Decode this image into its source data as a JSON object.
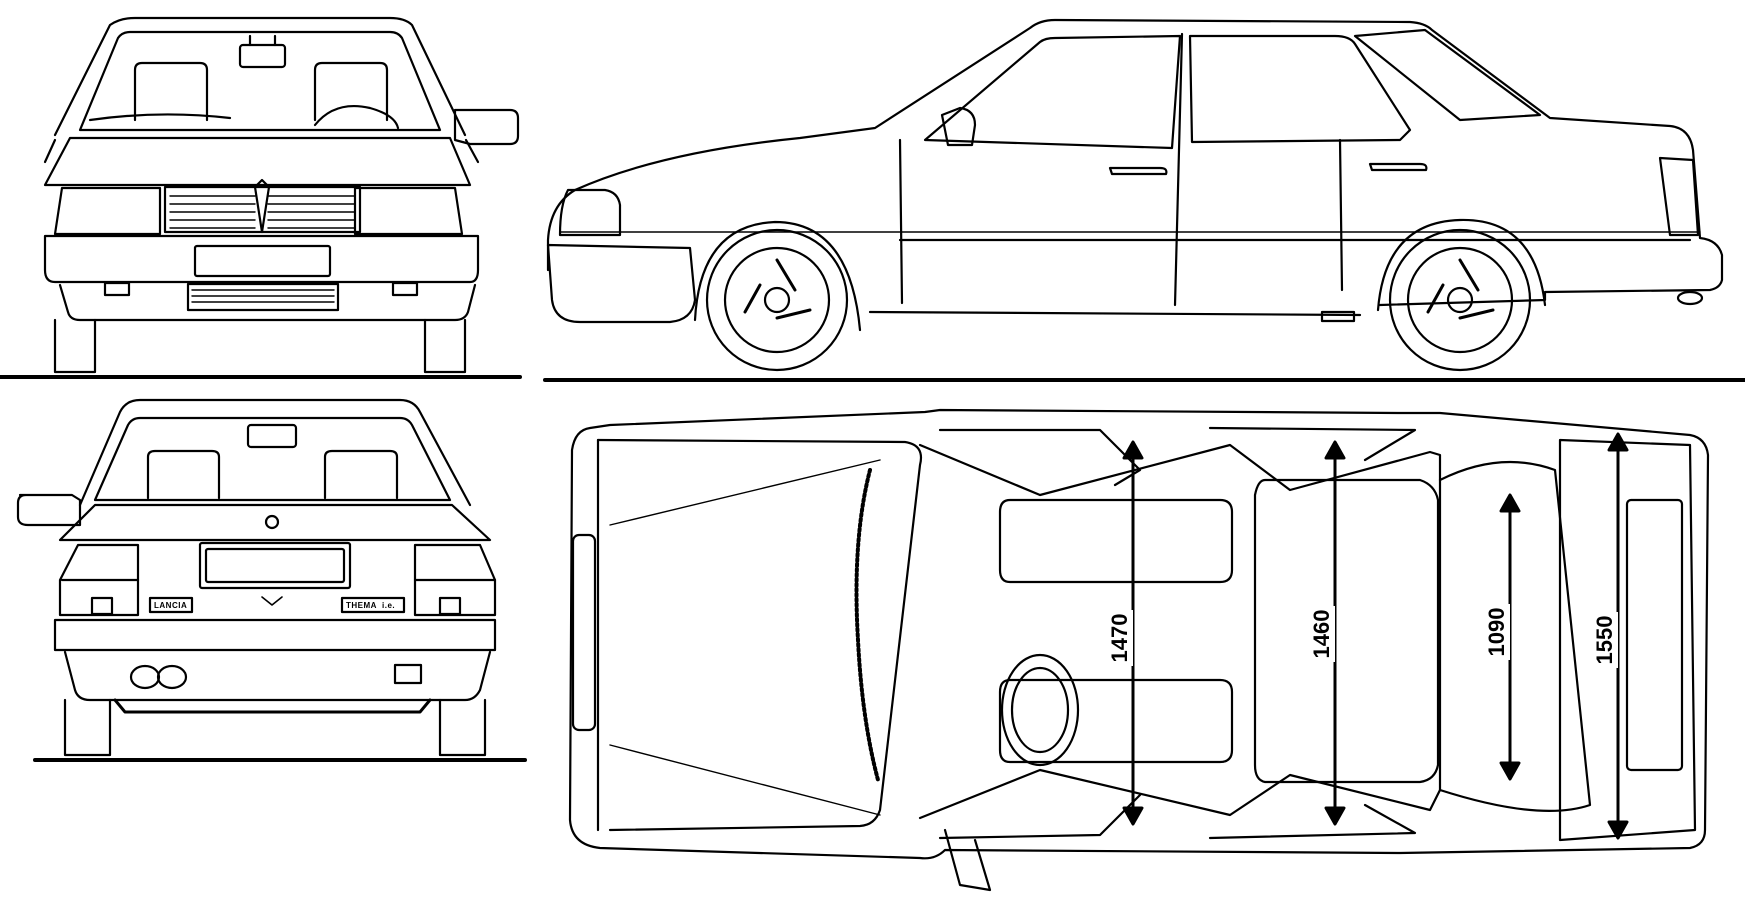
{
  "dimensions": {
    "front_seat_width": "1470",
    "rear_seat_width": "1460",
    "trunk_width": "1090",
    "overall_width": "1550"
  },
  "badges": {
    "rear_left": "LANCIA",
    "rear_right_model": "THEMA",
    "rear_right_engine": "i.e."
  },
  "colors": {
    "line": "#000000",
    "background": "#ffffff"
  }
}
